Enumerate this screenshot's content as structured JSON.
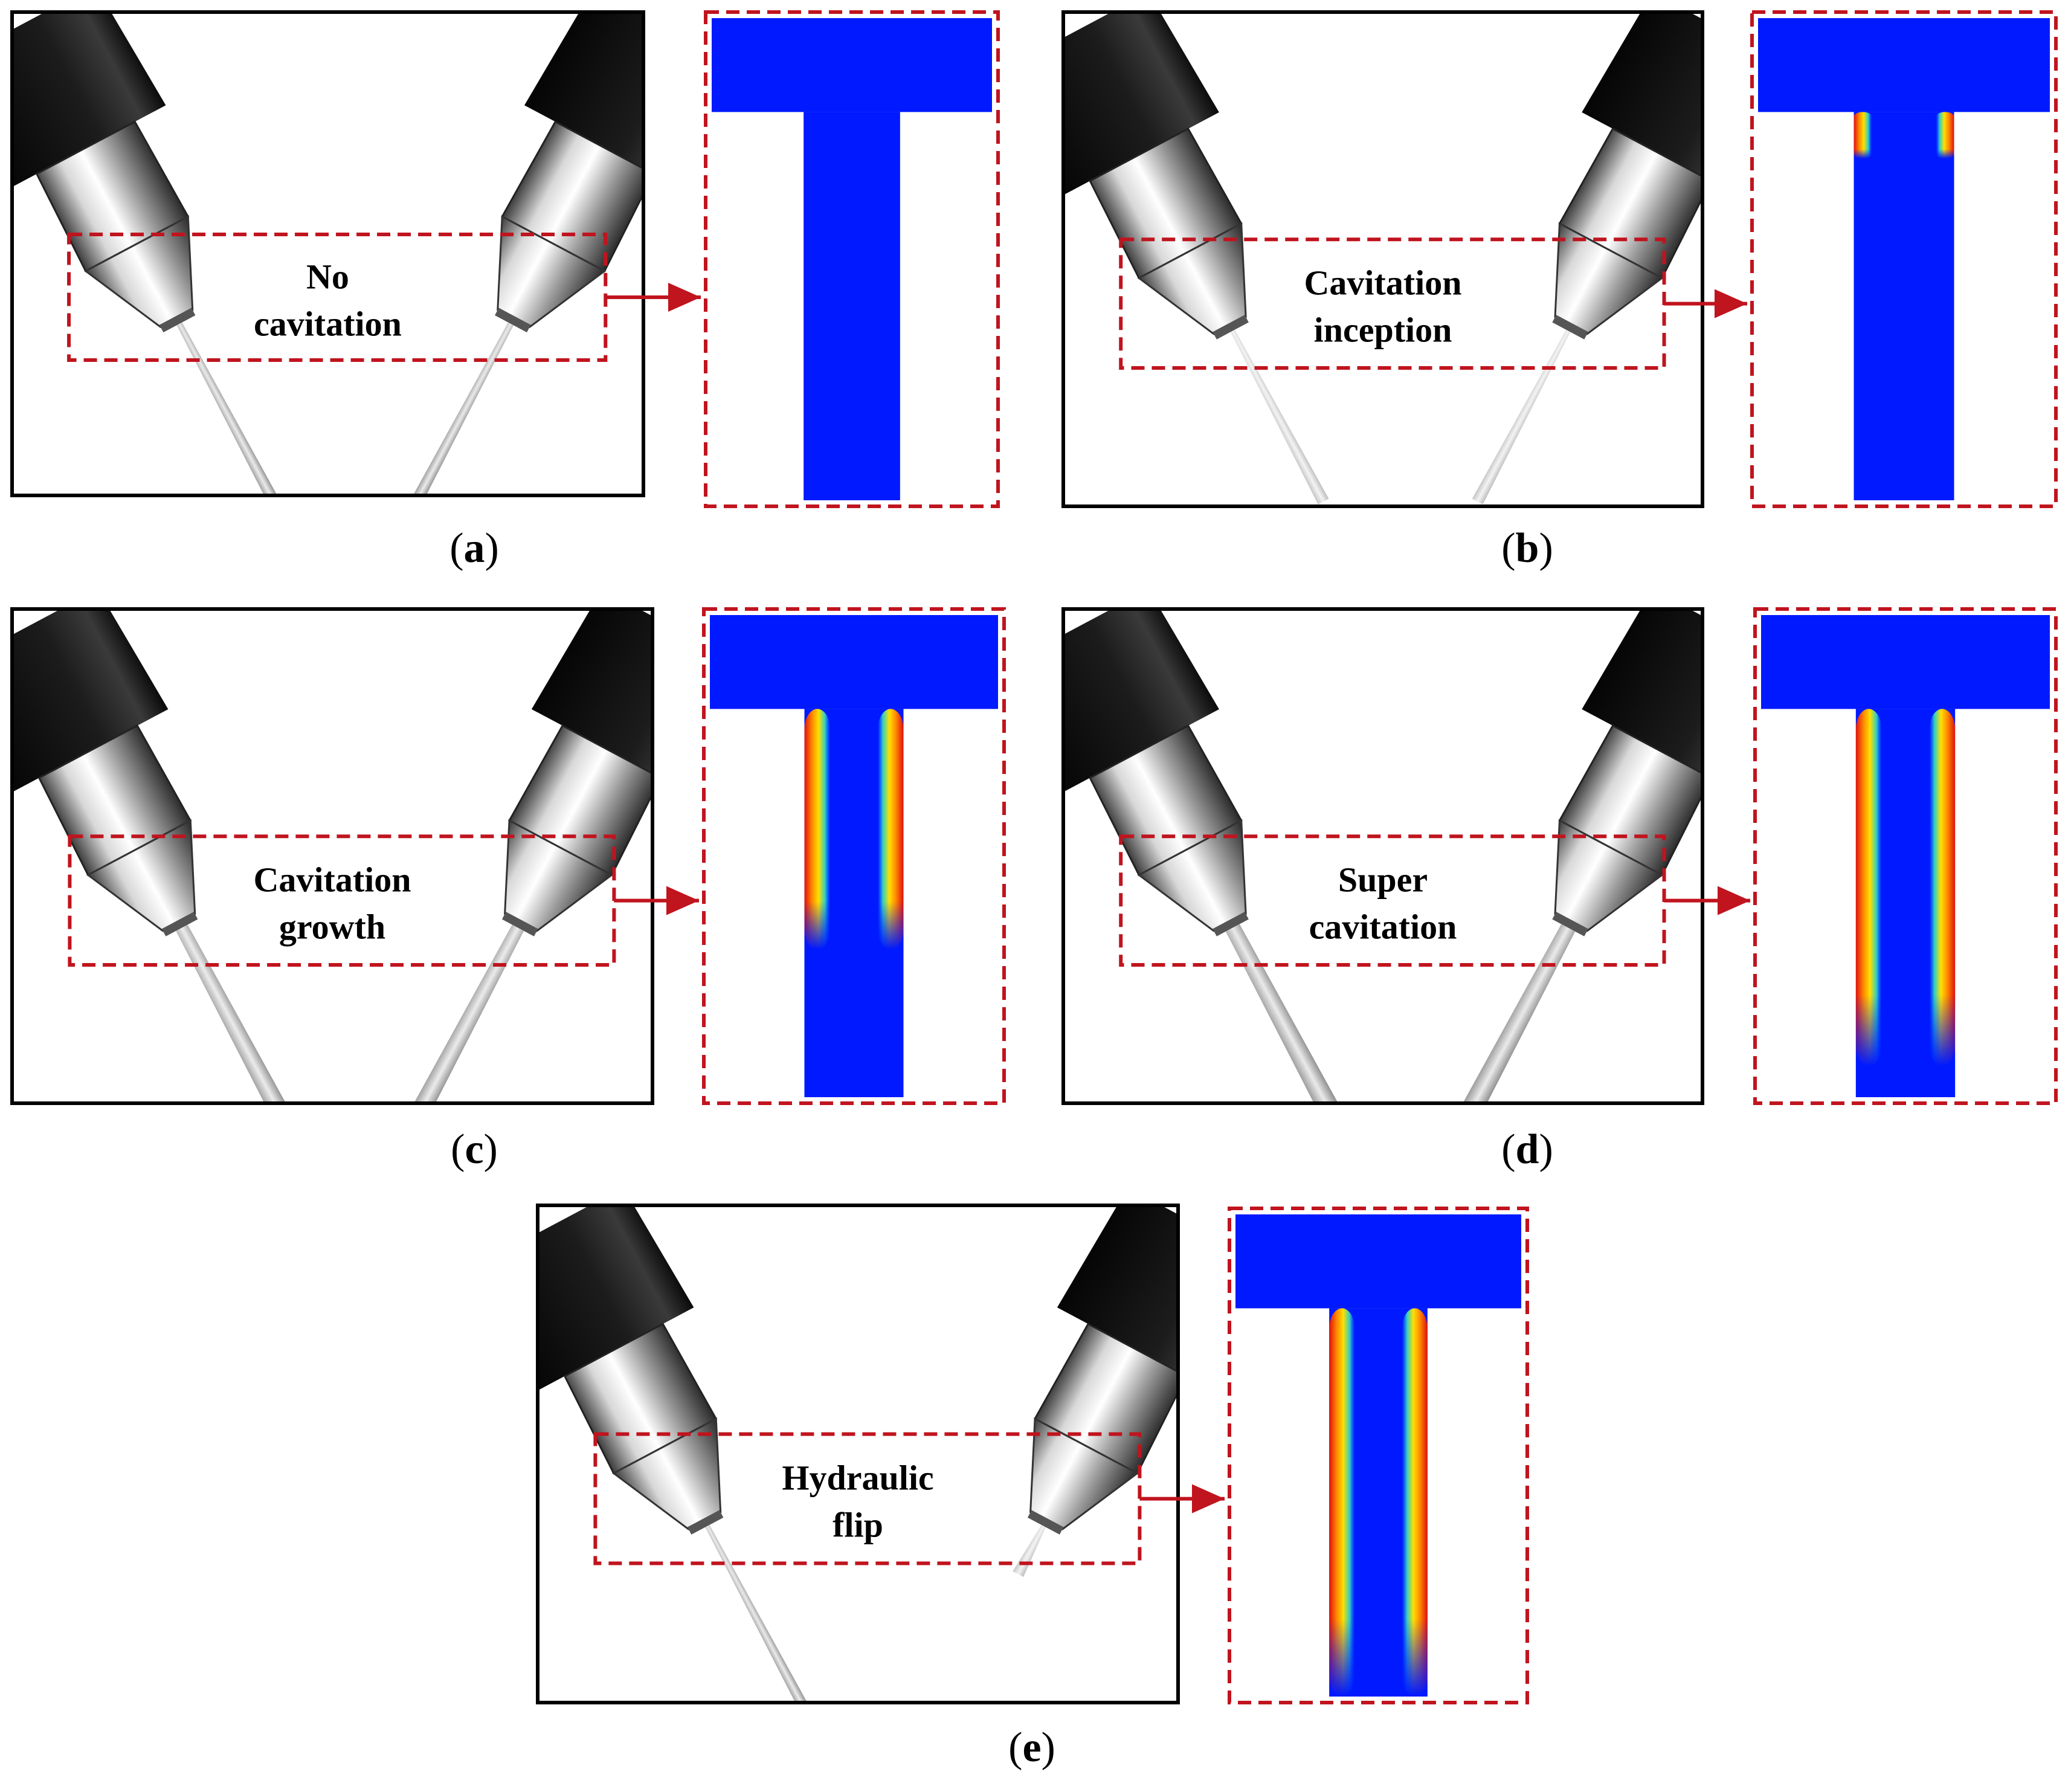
{
  "colors": {
    "dashed_box": "#c0141e",
    "arrow": "#c0141e",
    "liquid": "#0019ff",
    "cavity_core": "#e01010",
    "cavity_mid": "#ffe000",
    "cavity_edge": "#20c0ff"
  },
  "panels": [
    {
      "id": "a",
      "caption_letter": "a",
      "label_lines": [
        "No",
        "cavitation"
      ],
      "stage": "none",
      "cavity_extent": 0.0
    },
    {
      "id": "b",
      "caption_letter": "b",
      "label_lines": [
        "Cavitation",
        "inception"
      ],
      "stage": "inception",
      "cavity_extent": 0.12
    },
    {
      "id": "c",
      "caption_letter": "c",
      "label_lines": [
        "Cavitation",
        "growth"
      ],
      "stage": "growth",
      "cavity_extent": 0.62
    },
    {
      "id": "d",
      "caption_letter": "d",
      "label_lines": [
        "Super",
        "cavitation"
      ],
      "stage": "super",
      "cavity_extent": 0.92
    },
    {
      "id": "e",
      "caption_letter": "e",
      "label_lines": [
        "Hydraulic",
        "flip"
      ],
      "stage": "flip",
      "cavity_extent": 1.0
    }
  ]
}
